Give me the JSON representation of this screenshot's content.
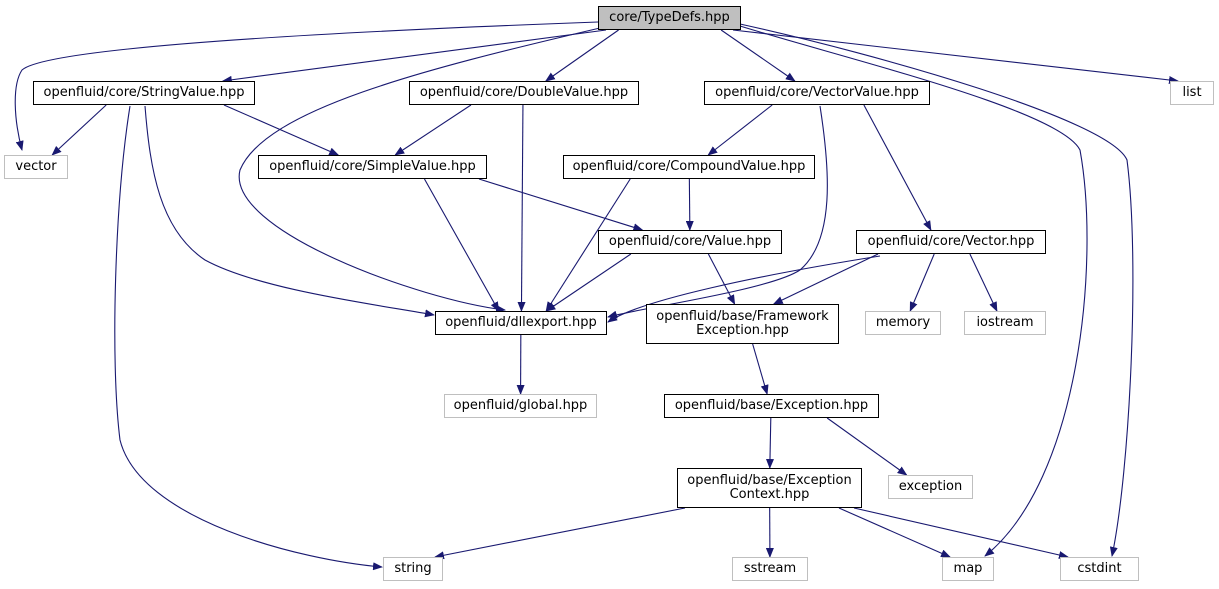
{
  "graph": {
    "edge_color": "#191970",
    "nodes": [
      {
        "id": "root",
        "label": "core/TypeDefs.hpp",
        "kind": "root"
      },
      {
        "id": "stringvalue",
        "label": "openfluid/core/StringValue.hpp",
        "kind": "internal"
      },
      {
        "id": "doublevalue",
        "label": "openfluid/core/DoubleValue.hpp",
        "kind": "internal"
      },
      {
        "id": "vectorvalue",
        "label": "openfluid/core/VectorValue.hpp",
        "kind": "internal"
      },
      {
        "id": "list",
        "label": "list",
        "kind": "external"
      },
      {
        "id": "vector",
        "label": "vector",
        "kind": "external"
      },
      {
        "id": "simplevalue",
        "label": "openfluid/core/SimpleValue.hpp",
        "kind": "internal"
      },
      {
        "id": "compoundvalue",
        "label": "openfluid/core/CompoundValue.hpp",
        "kind": "internal"
      },
      {
        "id": "value",
        "label": "openfluid/core/Value.hpp",
        "kind": "internal"
      },
      {
        "id": "corevector",
        "label": "openfluid/core/Vector.hpp",
        "kind": "internal"
      },
      {
        "id": "dllexport",
        "label": "openfluid/dllexport.hpp",
        "kind": "internal"
      },
      {
        "id": "frameworkexception",
        "label": "openfluid/base/Framework\nException.hpp",
        "kind": "internal"
      },
      {
        "id": "memory",
        "label": "memory",
        "kind": "external"
      },
      {
        "id": "iostream",
        "label": "iostream",
        "kind": "external"
      },
      {
        "id": "global",
        "label": "openfluid/global.hpp",
        "kind": "external"
      },
      {
        "id": "exception_hpp",
        "label": "openfluid/base/Exception.hpp",
        "kind": "internal"
      },
      {
        "id": "exception",
        "label": "exception",
        "kind": "external"
      },
      {
        "id": "exceptioncontext",
        "label": "openfluid/base/Exception\nContext.hpp",
        "kind": "internal"
      },
      {
        "id": "string",
        "label": "string",
        "kind": "external"
      },
      {
        "id": "sstream",
        "label": "sstream",
        "kind": "external"
      },
      {
        "id": "map",
        "label": "map",
        "kind": "external"
      },
      {
        "id": "cstdint",
        "label": "cstdint",
        "kind": "external"
      }
    ],
    "edges": [
      [
        "root",
        "stringvalue"
      ],
      [
        "root",
        "doublevalue"
      ],
      [
        "root",
        "vectorvalue"
      ],
      [
        "root",
        "list"
      ],
      [
        "root",
        "vector"
      ],
      [
        "root",
        "dllexport"
      ],
      [
        "root",
        "map"
      ],
      [
        "root",
        "cstdint"
      ],
      [
        "stringvalue",
        "vector"
      ],
      [
        "stringvalue",
        "simplevalue"
      ],
      [
        "stringvalue",
        "dllexport"
      ],
      [
        "stringvalue",
        "string"
      ],
      [
        "doublevalue",
        "simplevalue"
      ],
      [
        "doublevalue",
        "dllexport"
      ],
      [
        "vectorvalue",
        "compoundvalue"
      ],
      [
        "vectorvalue",
        "dllexport"
      ],
      [
        "vectorvalue",
        "corevector"
      ],
      [
        "simplevalue",
        "value"
      ],
      [
        "simplevalue",
        "dllexport"
      ],
      [
        "compoundvalue",
        "value"
      ],
      [
        "compoundvalue",
        "dllexport"
      ],
      [
        "value",
        "dllexport"
      ],
      [
        "value",
        "frameworkexception"
      ],
      [
        "corevector",
        "dllexport"
      ],
      [
        "corevector",
        "frameworkexception"
      ],
      [
        "corevector",
        "memory"
      ],
      [
        "corevector",
        "iostream"
      ],
      [
        "dllexport",
        "global"
      ],
      [
        "frameworkexception",
        "exception_hpp"
      ],
      [
        "exception_hpp",
        "exceptioncontext"
      ],
      [
        "exception_hpp",
        "exception"
      ],
      [
        "exceptioncontext",
        "string"
      ],
      [
        "exceptioncontext",
        "sstream"
      ],
      [
        "exceptioncontext",
        "map"
      ],
      [
        "exceptioncontext",
        "cstdint"
      ]
    ]
  }
}
